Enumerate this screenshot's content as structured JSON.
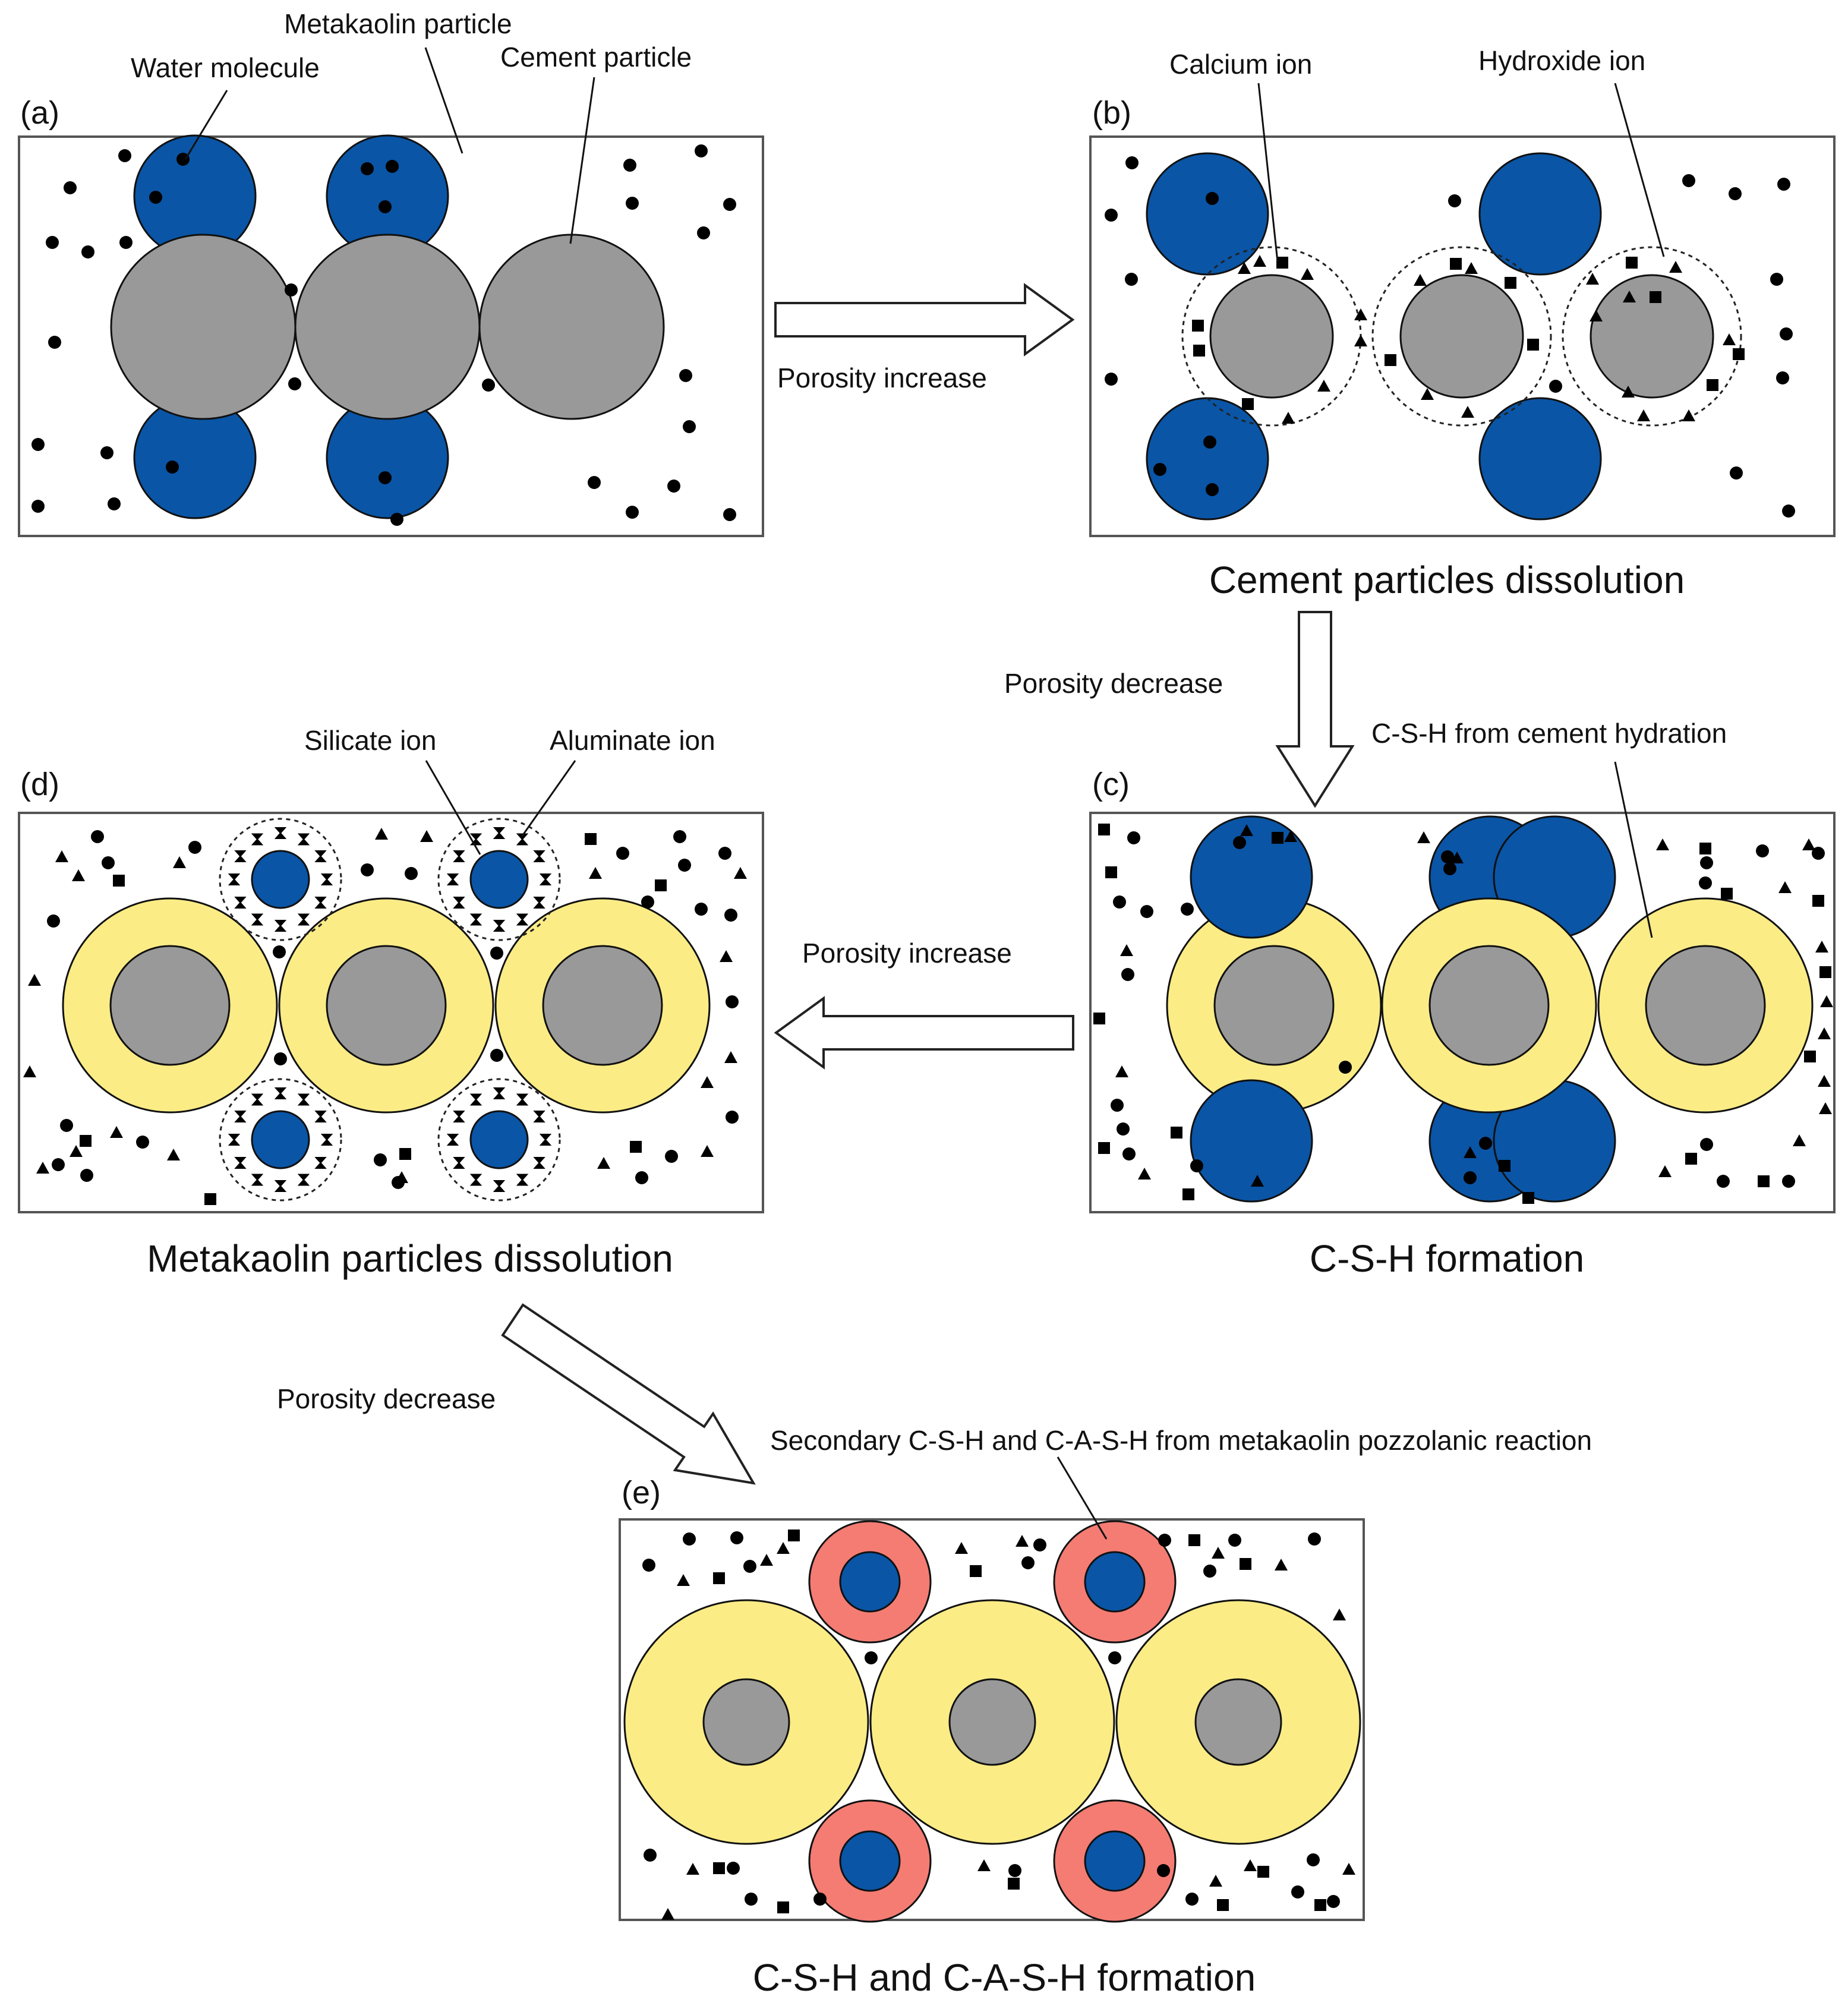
{
  "colors": {
    "cement": "#999999",
    "metakaolin": "#0a55a6",
    "csh_cement": "#fbec86",
    "secondary_csh_cash": "#f47c73",
    "species": "#000000",
    "frame": "#555555",
    "background": "#ffffff"
  },
  "icons": {
    "water_molecule": "black-dot",
    "calcium_ion": "black-square",
    "hydroxide_ion": "black-triangle",
    "silicate_ion": "hourglass-glyph",
    "aluminate_ion": "hourglass-glyph"
  },
  "panels": {
    "a": {
      "tag": "(a)"
    },
    "b": {
      "tag": "(b)",
      "caption": "Cement particles dissolution"
    },
    "c": {
      "tag": "(c)",
      "caption": "C-S-H formation"
    },
    "d": {
      "tag": "(d)",
      "caption": "Metakaolin particles dissolution"
    },
    "e": {
      "tag": "(e)",
      "caption": "C-S-H and C-A-S-H formation"
    }
  },
  "callouts": {
    "water_molecule": "Water molecule",
    "metakaolin_particle": "Metakaolin particle",
    "cement_particle": "Cement particle",
    "calcium_ion": "Calcium ion",
    "hydroxide_ion": "Hydroxide ion",
    "silicate_ion": "Silicate ion",
    "aluminate_ion": "Aluminate ion",
    "csh_cement": "C-S-H from cement hydration",
    "secondary": "Secondary C-S-H and C-A-S-H from metakaolin pozzolanic reaction"
  },
  "arrows": {
    "a_to_b": "Porosity increase",
    "b_to_c": "Porosity decrease",
    "c_to_d": "Porosity increase",
    "d_to_e": "Porosity decrease"
  }
}
